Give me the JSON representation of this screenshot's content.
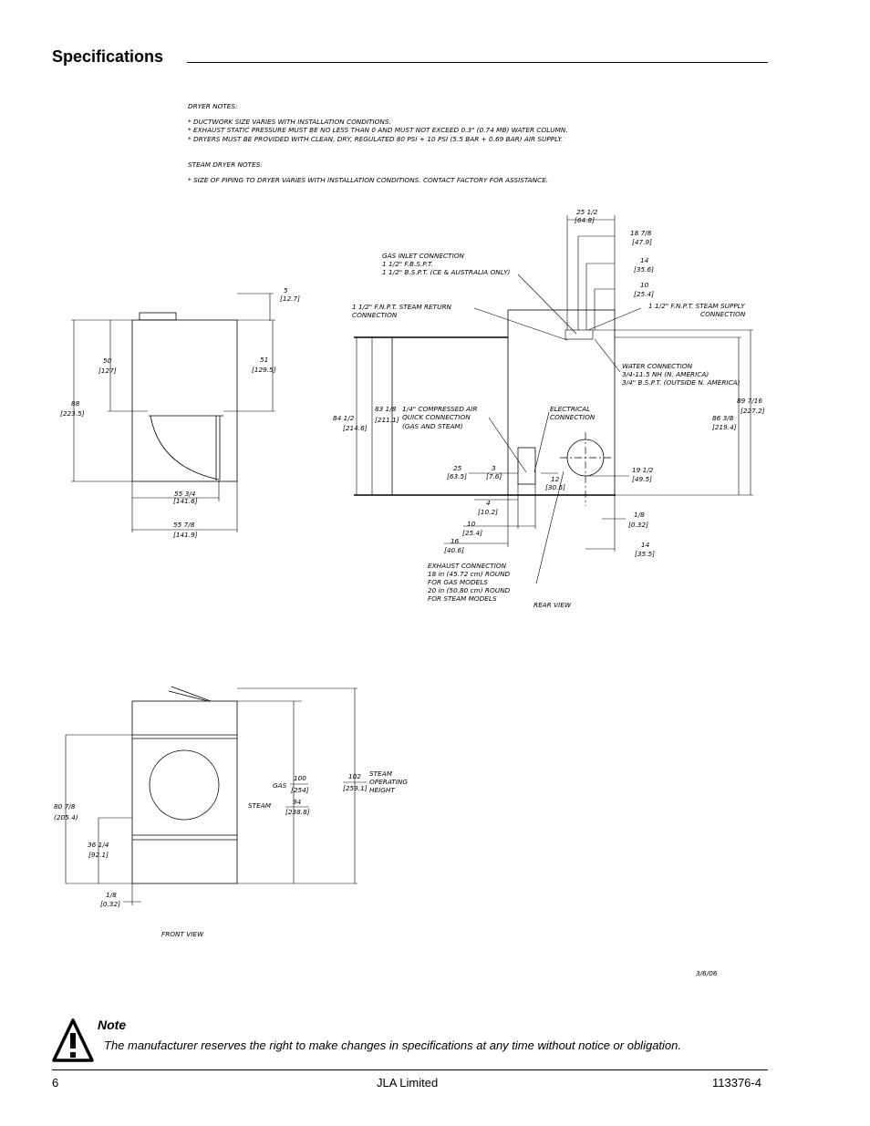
{
  "header": {
    "title": "Specifications"
  },
  "notes": {
    "dryer_title": "DRYER NOTES:",
    "dryer_lines": [
      "* DUCTWORK SIZE VARIES WITH INSTALLATION CONDITIONS.",
      "* EXHAUST STATIC PRESSURE MUST BE NO LESS THAN 0 AND MUST NOT EXCEED 0.3\" (0.74 MB) WATER COLUMN.",
      "* DRYERS MUST BE PROVIDED WITH CLEAN, DRY, REGULATED 80 PSI + 10 PSI (5.5 BAR + 0.69 BAR) AIR SUPPLY."
    ],
    "steam_title": "STEAM DRYER NOTES:",
    "steam_lines": [
      "* SIZE OF PIPING TO DRYER VARIES WITH INSTALLATION CONDITIONS.  CONTACT FACTORY FOR ASSISTANCE."
    ]
  },
  "side_view": {
    "dim_5": "5",
    "dim_5_mm": "[12.7]",
    "dim_50": "50",
    "dim_50_mm": "[127]",
    "dim_51": "51",
    "dim_51_mm": "[129.5]",
    "dim_88": "88",
    "dim_88_mm": "[223.5]",
    "dim_55_34": "55 3/4",
    "dim_55_34_mm": "[141.6]",
    "dim_55_78": "55 7/8",
    "dim_55_78_mm": "[141.9]"
  },
  "rear_view": {
    "label": "REAR VIEW",
    "dim_25_12": "25 1/2",
    "dim_25_12_mm": "[64.8]",
    "dim_18_78": "18 7/8",
    "dim_18_78_mm": "[47.9]",
    "dim_14_top": "14",
    "dim_14_top_mm": "[35.6]",
    "dim_10_top": "10",
    "dim_10_top_mm": "[25.4]",
    "gas_inlet": [
      "GAS INLET CONNECTION",
      "1 1/2\" F.B.S.P.T.",
      "1 1/2\" B.S.P.T. (CE & AUSTRALIA ONLY)"
    ],
    "steam_return": [
      "1 1/2\" F.N.P.T. STEAM RETURN",
      "CONNECTION"
    ],
    "steam_supply": [
      "1 1/2\" F.N.P.T. STEAM SUPPLY",
      "CONNECTION"
    ],
    "water_conn": [
      "WATER CONNECTION",
      "3/4-11.5 NH (N. AMERICA)",
      "3/4\" B.S.P.T. (OUTSIDE N. AMERICA)"
    ],
    "compressed_air": [
      "1/4\" COMPRESSED AIR",
      "QUICK CONNECTION",
      "(GAS AND STEAM)"
    ],
    "electrical": [
      "ELECTRICAL",
      "CONNECTION"
    ],
    "dim_83_18": "83 1/8",
    "dim_83_18_mm": "[211.1]",
    "dim_84_12": "84 1/2",
    "dim_84_12_mm": "[214.6]",
    "dim_86_38": "86 3/8",
    "dim_86_38_mm": "[219.4]",
    "dim_89_716": "89 7/16",
    "dim_89_716_mm": "[227.2]",
    "dim_25": "25",
    "dim_25_mm": "[63.5]",
    "dim_3": "3",
    "dim_3_mm": "[7.6]",
    "dim_12": "12",
    "dim_12_mm": "[30.5]",
    "dim_4": "4",
    "dim_4_mm": "[10.2]",
    "dim_10": "10",
    "dim_10_mm": "[25.4]",
    "dim_16": "16",
    "dim_16_mm": "[40.6]",
    "dim_19_12": "19 1/2",
    "dim_19_12_mm": "[49.5]",
    "dim_18": "1/8",
    "dim_18_mm": "[0.32]",
    "dim_14_bot": "14",
    "dim_14_bot_mm": "[35.5]",
    "exhaust": [
      "EXHAUST CONNECTION",
      "18 in (45.72 cm) ROUND",
      "FOR GAS MODELS",
      "20 in (50.80 cm) ROUND",
      "FOR STEAM MODELS"
    ]
  },
  "front_view": {
    "label": "FRONT VIEW",
    "dim_80_78": "80 7/8",
    "dim_80_78_mm": "(205.4)",
    "dim_36_14": "36 1/4",
    "dim_36_14_mm": "[92.1]",
    "dim_18": "1/8",
    "dim_18_mm": "[0.32]",
    "gas_label": "GAS",
    "gas_value": "100",
    "gas_value_mm": "[254]",
    "steam_label": "STEAM",
    "steam_value": "94",
    "steam_value_mm": "[238.8]",
    "height_value": "102",
    "height_value_mm": "[259.1]",
    "height_label": [
      "STEAM",
      "OPERATING",
      "HEIGHT"
    ]
  },
  "date": "3/6/06",
  "note": {
    "icon": "warning-icon",
    "heading": "Note",
    "text": "The manufacturer reserves the right to make changes in specifications at any time without notice or obligation."
  },
  "footer": {
    "page_number": "6",
    "company": "JLA Limited",
    "doc_number": "113376-4"
  }
}
